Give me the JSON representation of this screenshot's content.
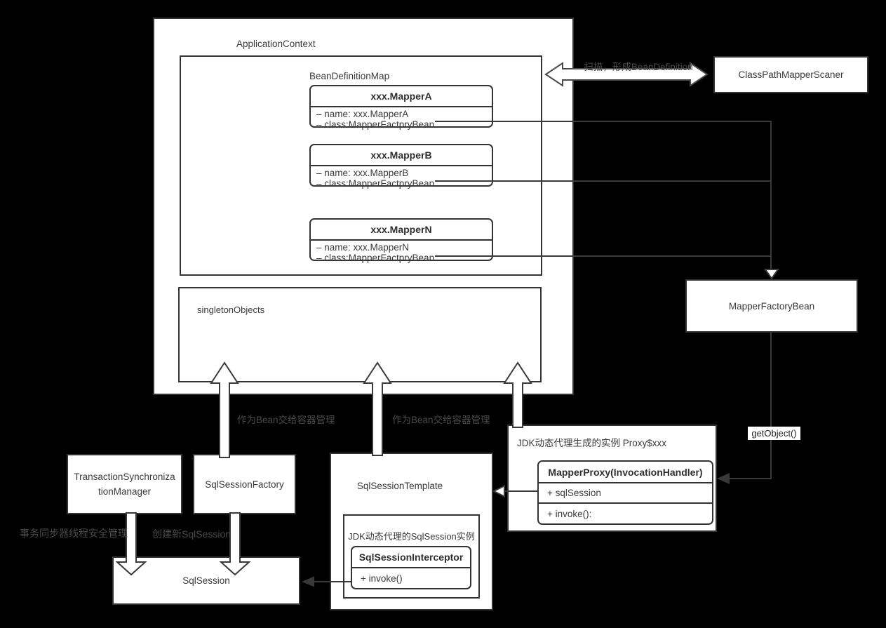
{
  "colors": {
    "background": "#000000",
    "box_fill": "#ffffff",
    "border": "#333333",
    "text": "#3a3a3a",
    "dim_label": "#4b4b4b"
  },
  "application_context": {
    "title": "ApplicationContext"
  },
  "bean_definition_map": {
    "title": "BeanDefinitionMap"
  },
  "mappers": [
    {
      "name": "xxx.MapperA",
      "attr_name": "– name: xxx.MapperA",
      "attr_class": "– class:MapperFactpryBean"
    },
    {
      "name": "xxx.MapperB",
      "attr_name": "– name: xxx.MapperB",
      "attr_class": "– class:MapperFactpryBean"
    },
    {
      "name": "xxx.MapperN",
      "attr_name": "– name: xxx.MapperN",
      "attr_class": "– class:MapperFactpryBean"
    }
  ],
  "singleton_objects": {
    "title": "singletonObjects"
  },
  "scanner": {
    "title": "ClassPathMapperScaner"
  },
  "mapper_factory_bean": {
    "title": "MapperFactoryBean"
  },
  "proxy_instance": {
    "title": "JDK动态代理生成的实例 Proxy$xxx",
    "class_name": "MapperProxy(InvocationHandler)",
    "members": [
      "+ sqlSession",
      "+ invoke():"
    ]
  },
  "transaction_manager": {
    "line1": "TransactionSynchroniza",
    "line2": "tionManager"
  },
  "sql_session_factory": {
    "title": "SqlSessionFactory"
  },
  "sql_session": {
    "title": "SqlSession"
  },
  "sql_session_template": {
    "title": "SqlSessionTemplate",
    "inner_title": "JDK动态代理的SqlSession实例",
    "class_name": "SqlSessionInterceptor",
    "members": [
      "+ invoke()"
    ]
  },
  "labels": {
    "scan": "扫描，形成BeanDefinition",
    "bean_to_container_1": "作为Bean交给容器管理",
    "bean_to_container_2": "作为Bean交给容器管理",
    "tx_sync": "事务同步器线程安全管理",
    "create_session": "创建新SqlSession",
    "get_object": "getObject()"
  }
}
